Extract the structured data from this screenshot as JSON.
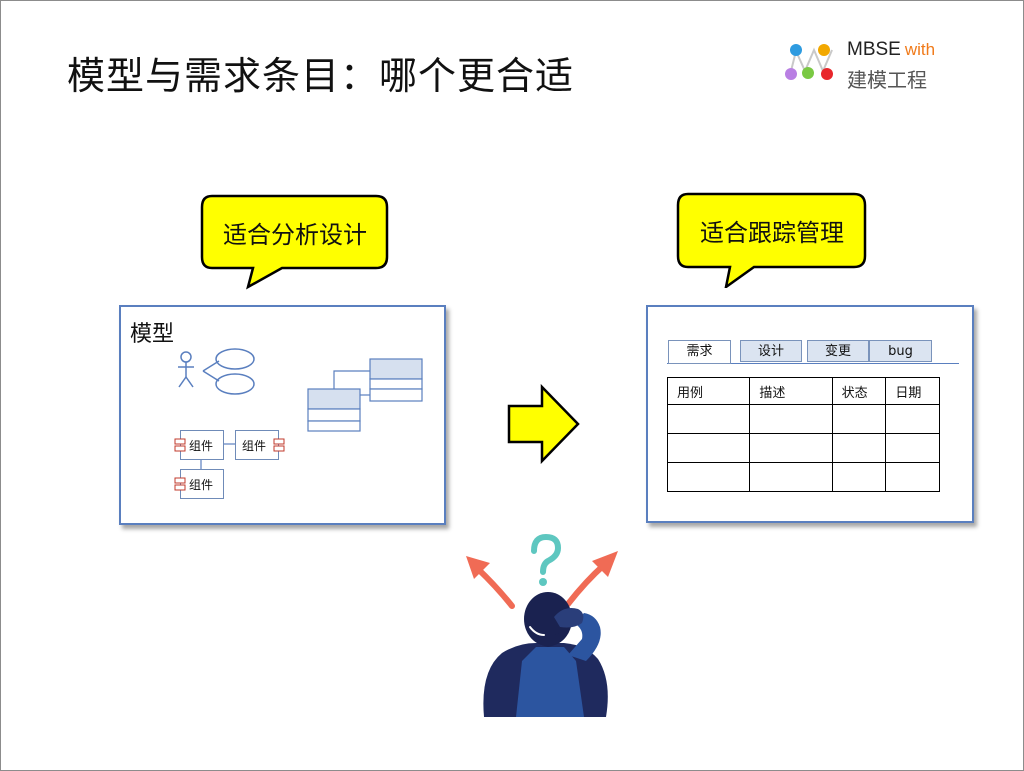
{
  "slide": {
    "title": "模型与需求条目：哪个更合适"
  },
  "logo": {
    "line1_main": "MBSE",
    "line1_with": "with",
    "line2": "建模工程"
  },
  "left_bubble": {
    "label": "适合分析设计"
  },
  "right_bubble": {
    "label": "适合跟踪管理"
  },
  "model_panel": {
    "title": "模型",
    "components": [
      "组件",
      "组件",
      "组件"
    ]
  },
  "req_panel": {
    "tabs": [
      "需求",
      "设计",
      "变更",
      "bug"
    ],
    "active_tab": "需求",
    "columns": [
      "用例",
      "描述",
      "状态",
      "日期"
    ],
    "rows": [
      [
        "",
        "",
        "",
        ""
      ],
      [
        "",
        "",
        "",
        ""
      ],
      [
        "",
        "",
        "",
        ""
      ]
    ]
  },
  "colors": {
    "bubble_fill": "#ffff00",
    "arrow_fill": "#ffff00",
    "panel_border": "#5a7fbf",
    "red_arrow": "#f06b55",
    "question_mark": "#5ec7c0",
    "person_dark": "#1f2a5e",
    "person_jacket": "#2c55a0"
  },
  "icons": {
    "arrow": "right-arrow-icon",
    "question": "question-mark-icon",
    "person": "confused-person-icon"
  }
}
